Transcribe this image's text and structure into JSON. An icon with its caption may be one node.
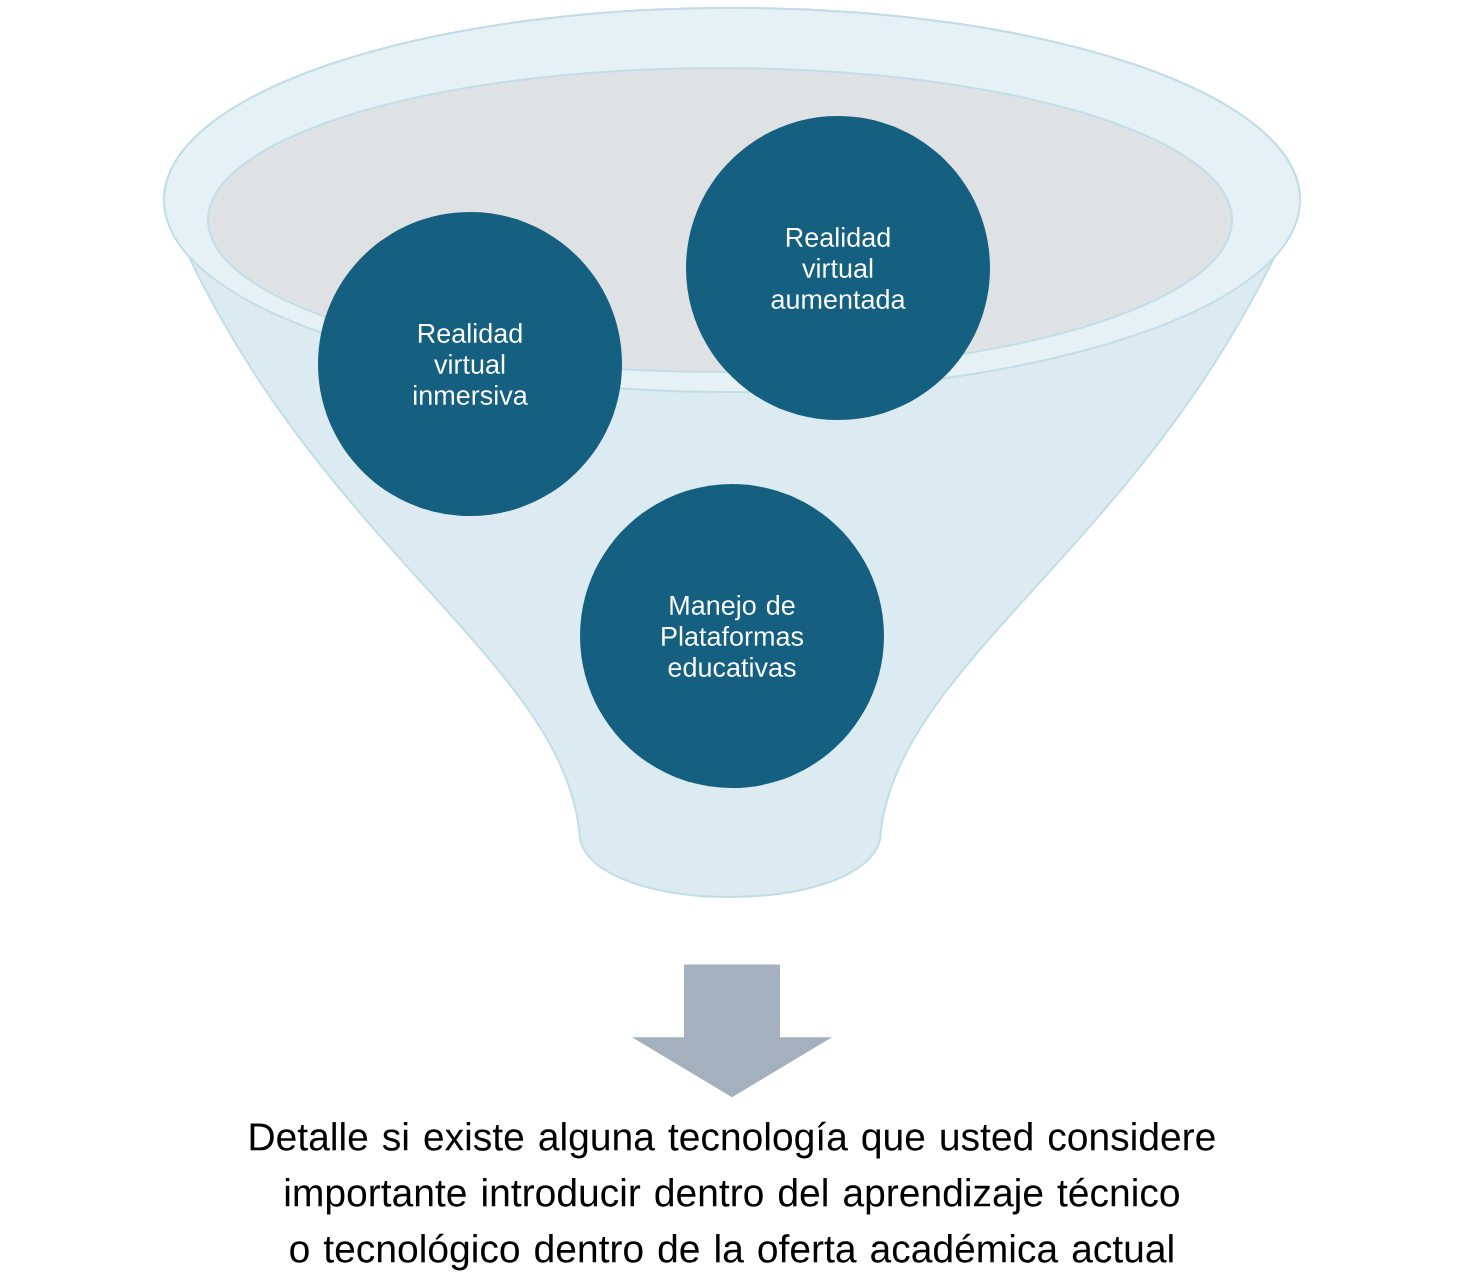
{
  "diagram": {
    "nodes": [
      {
        "text": [],
        "shape": "funnel"
      },
      {
        "text": [
          "Realidad virtual inmersiva"
        ],
        "in": 0
      },
      {
        "text": [
          "Realidad virtual aumentada"
        ],
        "in": 0
      },
      {
        "text": [
          "Manejo de Plataformas educativas"
        ],
        "in": 0
      },
      {
        "text": [
          "Detalle si existe alguna tecnología que usted considere importante introducir dentro del aprendizaje técnico o tecnológico dentro de la oferta académica actual"
        ]
      }
    ],
    "edges": [
      {
        "from": 0,
        "to": 4,
        "arrow": "to"
      }
    ]
  }
}
